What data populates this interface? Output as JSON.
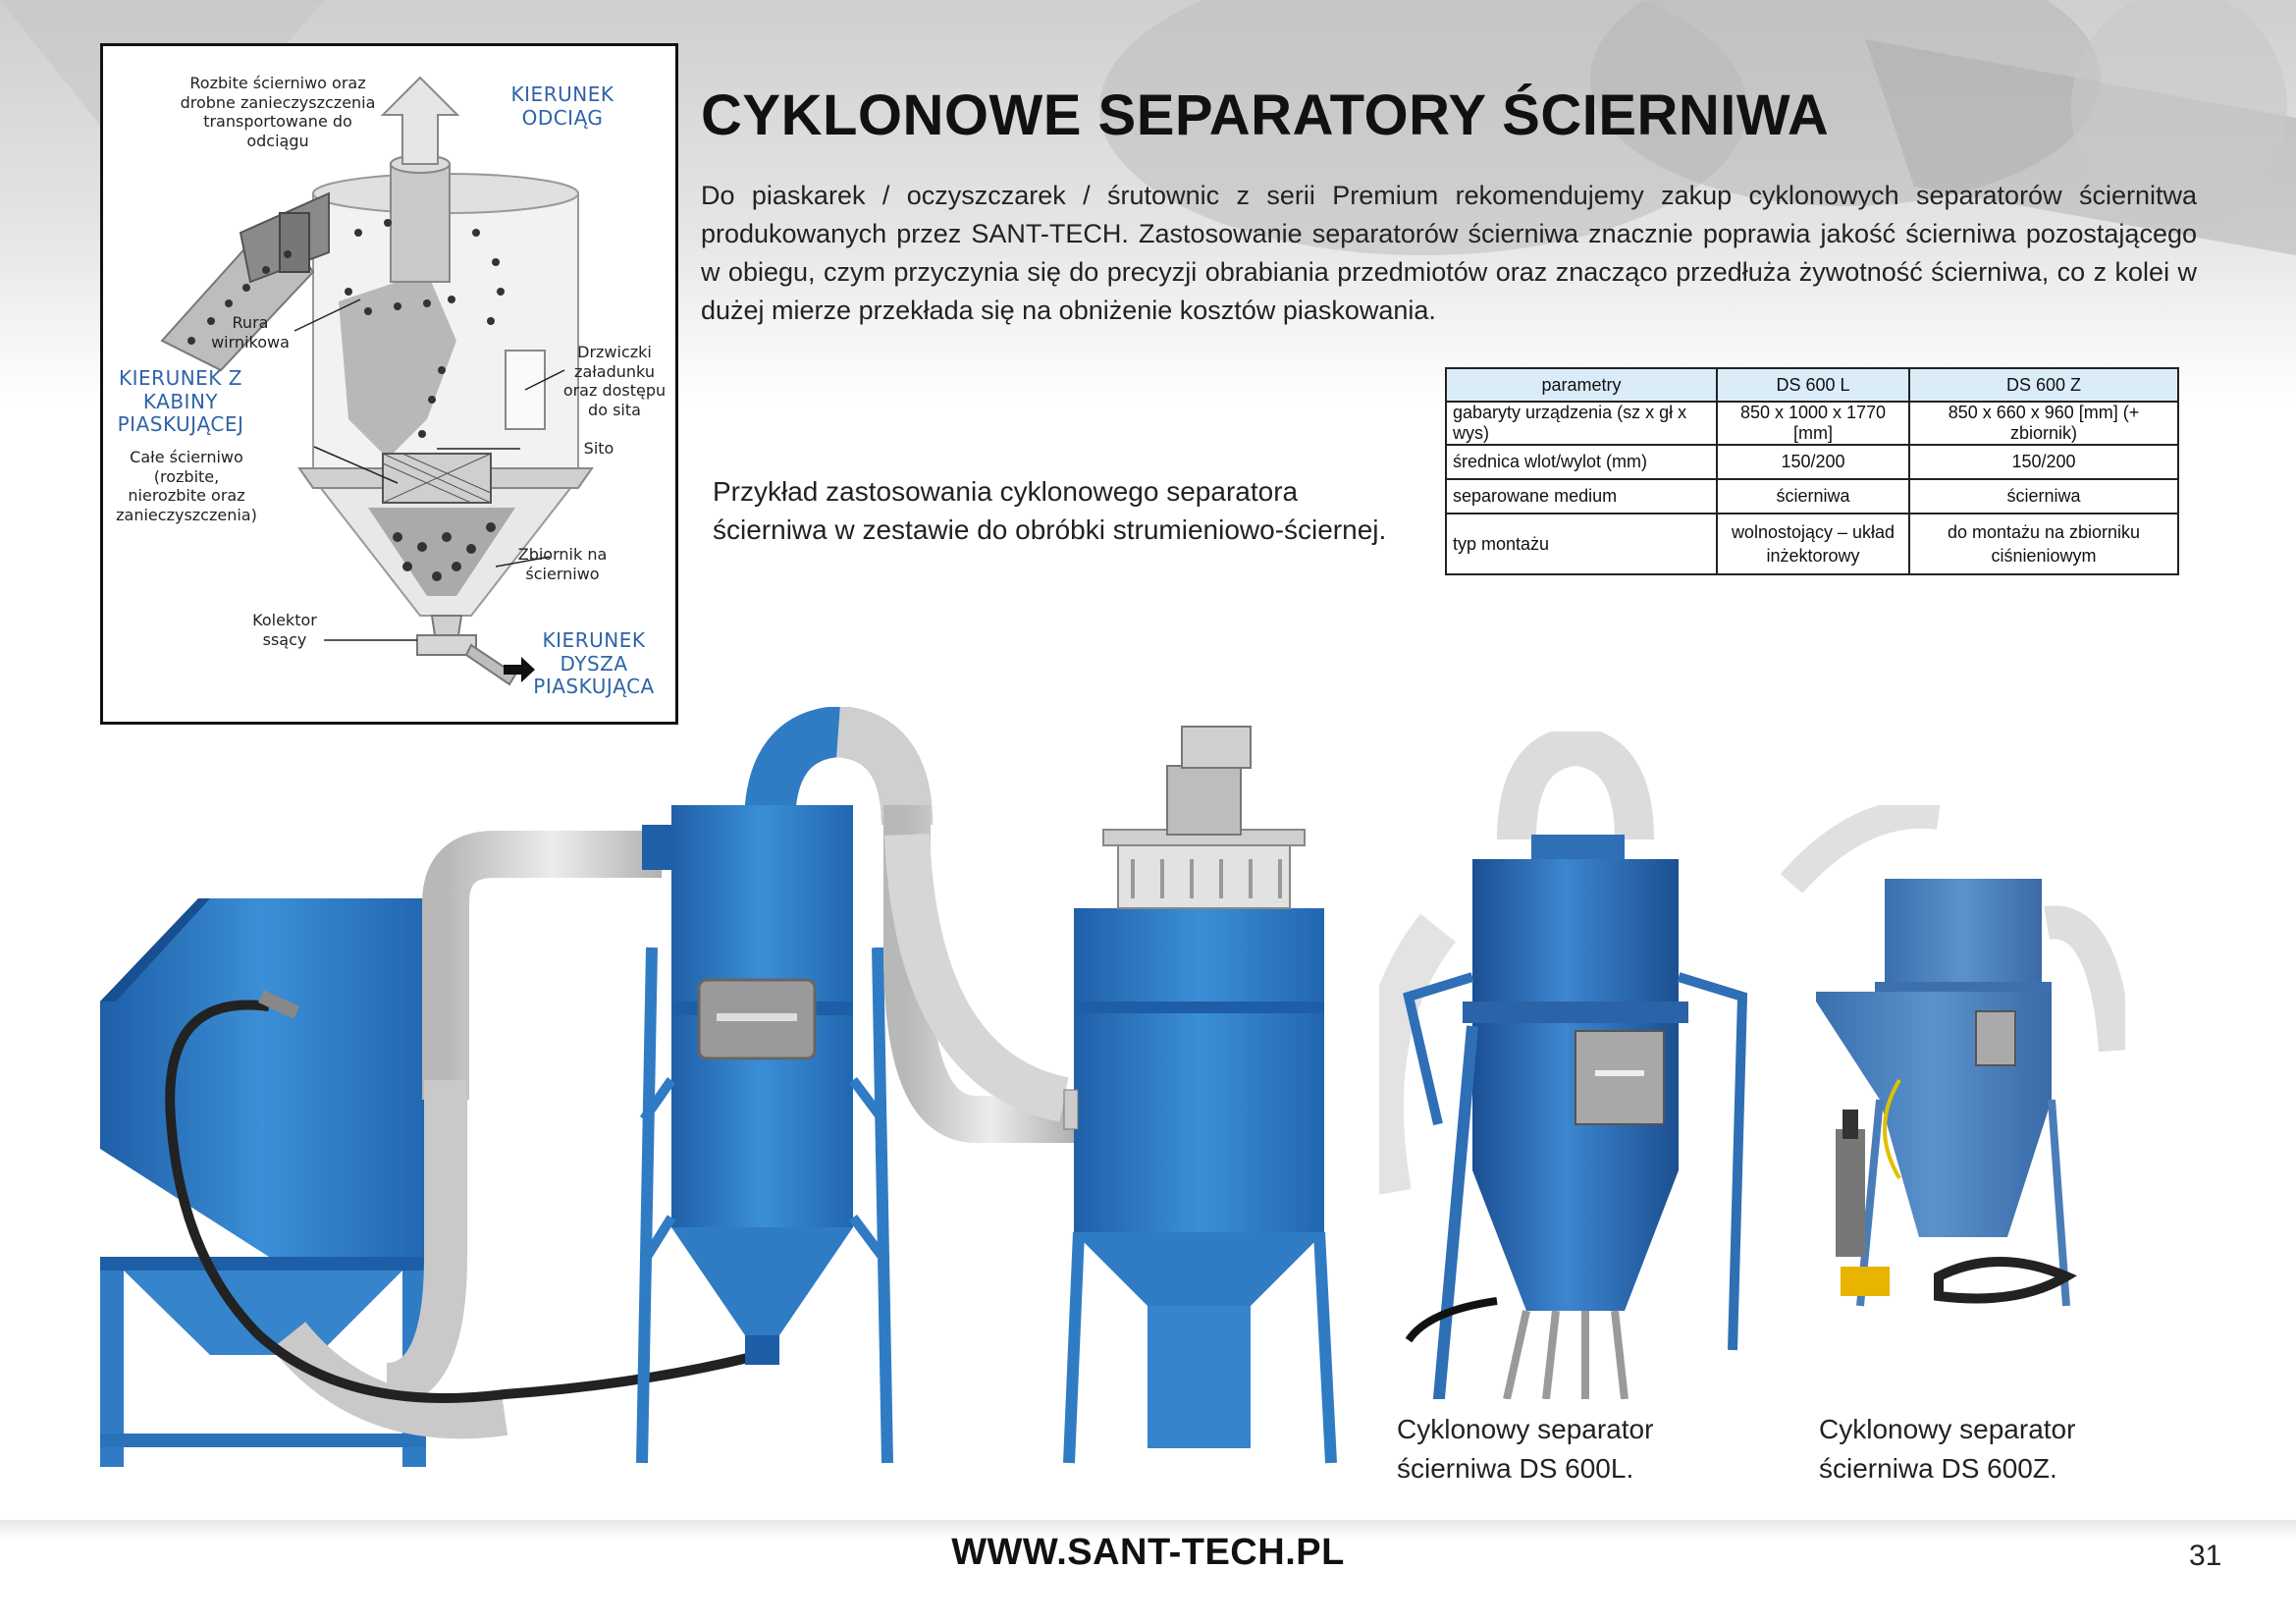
{
  "title": "CYKLONOWE SEPARATORY ŚCIERNIWA",
  "intro": "Do piaskarek / oczyszczarek / śrutownic z serii Premium rekomendujemy zakup cyklonowych separatorów ściernitwa produkowanych przez SANT-TECH. Zastosowanie separatorów ścierniwa znacznie poprawia jakość ścierniwa pozostającego w obiegu, czym przyczynia się do precyzji obrabiania przedmiotów oraz znacząco przedłuża żywotność ścierniwa, co z kolei w dużej mierze przekłada się na obniżenie kosztów piaskowania.",
  "diagram": {
    "label_broken": "Rozbite ścierniwo oraz drobne zanieczyszczenia transportowane do odciągu",
    "label_dir_suction": "KIERUNEK ODCIĄG",
    "label_rotor": "Rura wirnikowa",
    "label_dir_cabin": "KIERUNEK Z KABINY PIASKUJĄCEJ",
    "label_whole": "Całe ścierniwo (rozbite, nierozbite oraz zanieczyszczenia)",
    "label_door": "Drzwiczki załadunku oraz dostępu do sita",
    "label_sieve": "Sito",
    "label_tank": "Zbiornik na ścierniwo",
    "label_collector": "Kolektor ssący",
    "label_dir_nozzle": "KIERUNEK DYSZA PIASKUJĄCA"
  },
  "example_caption": "Przykład zastosowania cyklonowego separatora ścierniwa w zestawie do obróbki strumieniowo-ściernej.",
  "specs": {
    "headers": [
      "parametry",
      "DS 600 L",
      "DS 600 Z"
    ],
    "rows": [
      [
        "gabaryty urządzenia (sz x gł x wys)",
        "850 x 1000 x 1770 [mm]",
        "850 x 660 x 960 [mm] (+ zbiornik)"
      ],
      [
        "średnica wlot/wylot (mm)",
        "150/200",
        "150/200"
      ],
      [
        "separowane medium",
        "ścierniwa",
        "ścierniwa"
      ],
      [
        "typ montażu",
        "wolnostojący – układ inżektorowy",
        "do montażu na zbiorniku ciśnieniowym"
      ]
    ]
  },
  "photo_captions": {
    "ds600l": "Cyklonowy separator ścierniwa DS 600L.",
    "ds600z": "Cyklonowy separator ścierniwa DS 600Z."
  },
  "footer": {
    "website": "WWW.SANT-TECH.PL",
    "page_number": "31"
  },
  "colors": {
    "machine_blue": "#2f7cc4",
    "diagram_blue_text": "#2f63a7",
    "table_header_bg": "#d9ecf8"
  }
}
